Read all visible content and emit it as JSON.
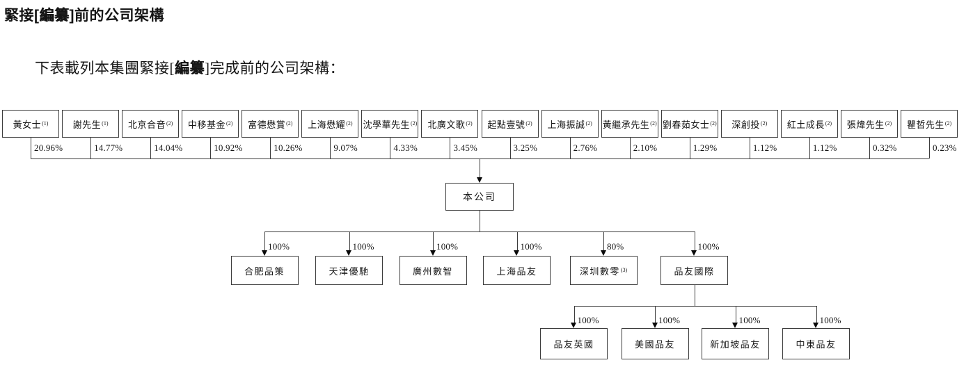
{
  "colors": {
    "ink": "#151515",
    "line": "#3c3c3c"
  },
  "page": {
    "title_pre": "緊接[",
    "title_redact": "編纂",
    "title_post": "]前的公司架構",
    "subtitle_pre": "下表載列本集團緊接[",
    "subtitle_redact": "編纂",
    "subtitle_post": "]完成前的公司架構："
  },
  "company": {
    "label": "本公司"
  },
  "shareholders": [
    {
      "name": "黃女士",
      "note": "(1)",
      "pct": "20.96%"
    },
    {
      "name": "謝先生",
      "note": "(1)",
      "pct": "14.77%"
    },
    {
      "name": "北京合音",
      "note": "(2)",
      "pct": "14.04%"
    },
    {
      "name": "中移基金",
      "note": "(2)",
      "pct": "10.92%"
    },
    {
      "name": "富德懋賞",
      "note": "(2)",
      "pct": "10.26%"
    },
    {
      "name": "上海懋耀",
      "note": "(2)",
      "pct": "9.07%"
    },
    {
      "name": "沈學華先生",
      "note": "(2)",
      "pct": "4.33%"
    },
    {
      "name": "北廣文歌",
      "note": "(2)",
      "pct": "3.45%"
    },
    {
      "name": "起點壹號",
      "note": "(2)",
      "pct": "3.25%"
    },
    {
      "name": "上海振誠",
      "note": "(2)",
      "pct": "2.76%"
    },
    {
      "name": "黃繼承先生",
      "note": "(2)",
      "pct": "2.10%"
    },
    {
      "name": "劉春茹女士",
      "note": "(2)",
      "pct": "1.29%"
    },
    {
      "name": "深創投",
      "note": "(2)",
      "pct": "1.12%"
    },
    {
      "name": "紅土成長",
      "note": "(2)",
      "pct": "1.12%"
    },
    {
      "name": "張煒先生",
      "note": "(2)",
      "pct": "0.32%"
    },
    {
      "name": "瞿哲先生",
      "note": "(2)",
      "pct": "0.23%"
    }
  ],
  "subsidiaries": [
    {
      "name": "合肥品策",
      "note": "",
      "pct": "100%"
    },
    {
      "name": "天津優馳",
      "note": "",
      "pct": "100%"
    },
    {
      "name": "廣州數智",
      "note": "",
      "pct": "100%"
    },
    {
      "name": "上海品友",
      "note": "",
      "pct": "100%"
    },
    {
      "name": "深圳數零",
      "note": "(3)",
      "pct": "80%"
    },
    {
      "name": "品友國際",
      "note": "",
      "pct": "100%"
    }
  ],
  "overseas": [
    {
      "name": "品友英國",
      "note": "",
      "pct": "100%"
    },
    {
      "name": "美國品友",
      "note": "",
      "pct": "100%"
    },
    {
      "name": "新加坡品友",
      "note": "",
      "pct": "100%"
    },
    {
      "name": "中東品友",
      "note": "",
      "pct": "100%"
    }
  ]
}
